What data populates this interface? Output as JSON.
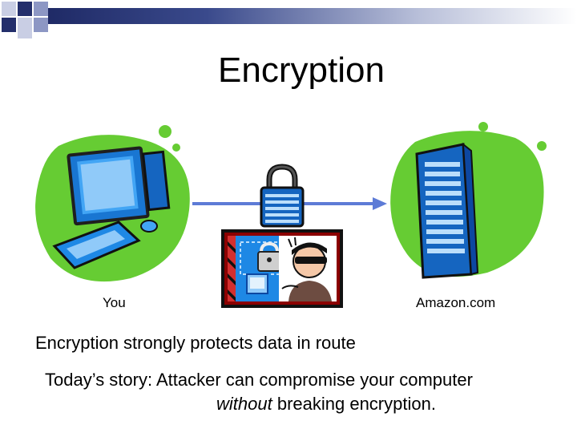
{
  "slide": {
    "title": "Encryption",
    "left_caption": "You",
    "right_caption": "Amazon.com",
    "line1": "Encryption strongly protects data in route",
    "line2": "Today’s story: Attacker can compromise your computer",
    "line3_italic": "without",
    "line3_rest": " breaking encryption."
  },
  "icons": {
    "left": "desktop-computer-icon",
    "right": "server-rack-icon",
    "center": "padlock-icon",
    "attacker": "hacker-clipart-icon"
  },
  "colors": {
    "header_dark": "#232e6b",
    "blob_green": "#66cc33",
    "computer_blue": "#2196f3",
    "arrow": "#5d7bd6"
  }
}
